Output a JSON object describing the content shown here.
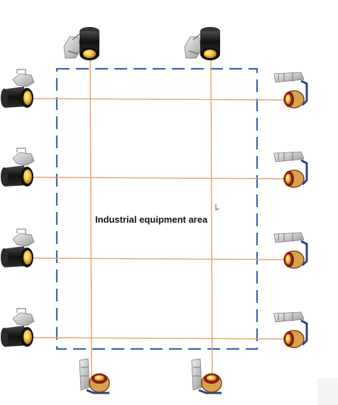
{
  "diagram": {
    "area_label": "Industrial equipment area",
    "colors": {
      "boundary": "#3d62ad",
      "beam": "#e9a06a",
      "housing_dark": "#1b1b1b",
      "lens_amber": "#f2c23a",
      "bracket": "#c8c8c8",
      "receiver_body": "#d9a24a",
      "receiver_accent": "#2a3f8e"
    },
    "devices": {
      "emitters_top": [
        {
          "name": "top-emitter-1"
        },
        {
          "name": "top-emitter-2"
        }
      ],
      "emitters_left": [
        {
          "name": "left-emitter-1"
        },
        {
          "name": "left-emitter-2"
        },
        {
          "name": "left-emitter-3"
        },
        {
          "name": "left-emitter-4"
        }
      ],
      "receivers_right": [
        {
          "name": "right-receiver-1"
        },
        {
          "name": "right-receiver-2"
        },
        {
          "name": "right-receiver-3"
        },
        {
          "name": "right-receiver-4"
        }
      ],
      "receivers_bottom": [
        {
          "name": "bottom-receiver-1"
        },
        {
          "name": "bottom-receiver-2"
        }
      ]
    },
    "beams": {
      "horizontal_count": 4,
      "vertical_count": 2
    }
  }
}
